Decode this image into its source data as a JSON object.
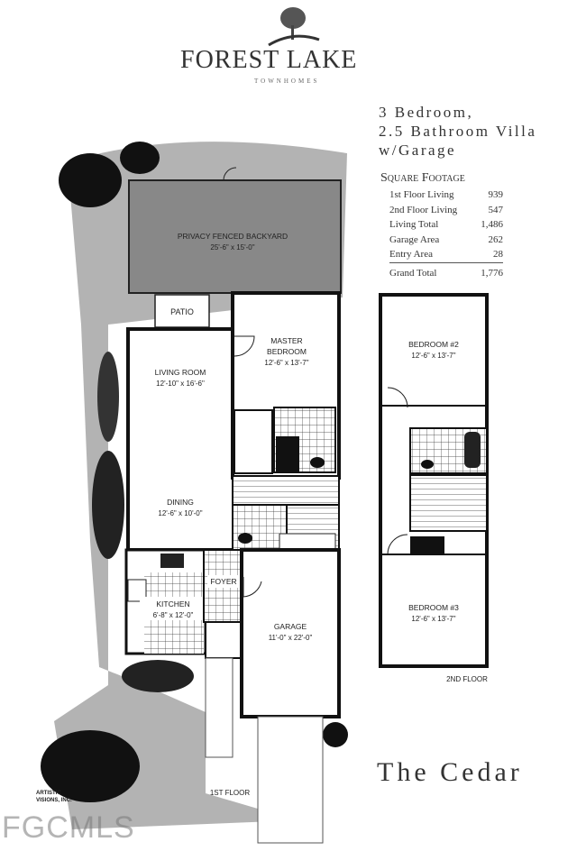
{
  "logo": {
    "name": "FOREST LAKE",
    "subtitle": "TOWNHOMES"
  },
  "headline": [
    "3 Bedroom,",
    "2.5 Bathroom Villa",
    "w/Garage"
  ],
  "square_footage": {
    "title": "Square Footage",
    "rows": [
      {
        "label": "1st Floor Living",
        "value": "939"
      },
      {
        "label": "2nd Floor Living",
        "value": "547"
      },
      {
        "label": "Living Total",
        "value": "1,486"
      },
      {
        "label": "Garage Area",
        "value": "262"
      },
      {
        "label": "Entry Area",
        "value": "28"
      }
    ],
    "total": {
      "label": "Grand Total",
      "value": "1,776"
    }
  },
  "first_floor": {
    "label": "1ST FLOOR",
    "rooms": {
      "backyard": {
        "name": "PRIVACY FENCED BACKYARD",
        "size": "25'-6\" x 15'-0\""
      },
      "patio": {
        "name": "PATIO"
      },
      "master": {
        "name1": "MASTER",
        "name2": "BEDROOM",
        "size": "12'-6\" x 13'-7\""
      },
      "living": {
        "name": "LIVING ROOM",
        "size": "12'-10\" x 16'-6\""
      },
      "dining": {
        "name": "DINING",
        "size": "12'-6\" x 10'-0\""
      },
      "kitchen": {
        "name": "KITCHEN",
        "size": "6'-8\" x 12'-0\""
      },
      "foyer": {
        "name": "FOYER"
      },
      "garage": {
        "name": "GARAGE",
        "size": "11'-0\" x 22'-0\""
      }
    }
  },
  "second_floor": {
    "label": "2ND FLOOR",
    "rooms": {
      "bedroom2": {
        "name": "BEDROOM #2",
        "size": "12'-6\" x 13'-7\""
      },
      "bedroom3": {
        "name": "BEDROOM #3",
        "size": "12'-6\" x 13'-7\""
      }
    }
  },
  "plan_name": "The Cedar",
  "artist": [
    "ARTISTIC",
    "VISIONS, INC."
  ],
  "watermark": "FGCMLS"
}
